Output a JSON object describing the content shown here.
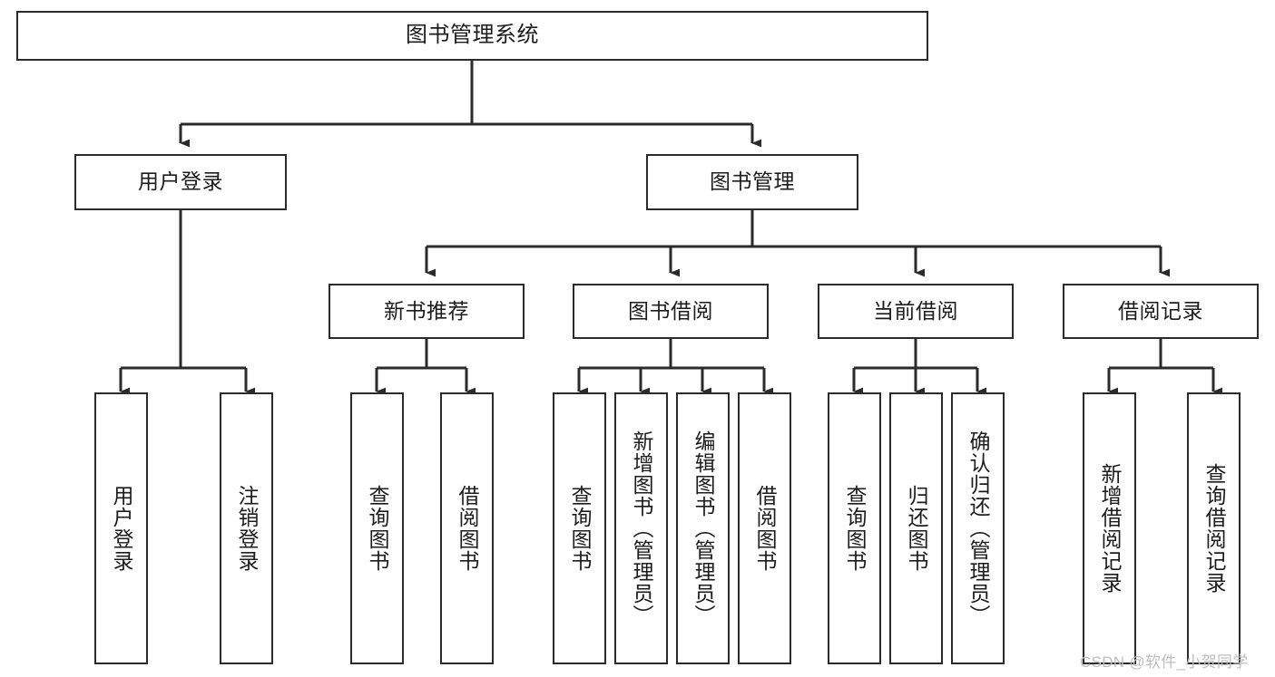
{
  "diagram": {
    "title": "图书管理系统",
    "type": "hierarchy-tree",
    "watermark": "CSDN @软件_小贺同学",
    "colors": {
      "stroke": "#2b2b2b",
      "fill": "#ffffff",
      "text": "#1c1c1c",
      "watermark": "#bdbdbd"
    },
    "levels": [
      {
        "level": 1,
        "nodes": [
          {
            "id": "root",
            "label": "图书管理系统",
            "orientation": "horizontal"
          }
        ]
      },
      {
        "level": 2,
        "nodes": [
          {
            "id": "user-login",
            "label": "用户登录",
            "orientation": "horizontal",
            "parent": "root"
          },
          {
            "id": "book-manage",
            "label": "图书管理",
            "orientation": "horizontal",
            "parent": "root"
          }
        ]
      },
      {
        "level": 3,
        "nodes": [
          {
            "id": "new-book-rec",
            "label": "新书推荐",
            "orientation": "horizontal",
            "parent": "book-manage"
          },
          {
            "id": "book-borrow",
            "label": "图书借阅",
            "orientation": "horizontal",
            "parent": "book-manage"
          },
          {
            "id": "current-borrow",
            "label": "当前借阅",
            "orientation": "horizontal",
            "parent": "book-manage"
          },
          {
            "id": "borrow-record",
            "label": "借阅记录",
            "orientation": "horizontal",
            "parent": "book-manage"
          }
        ]
      },
      {
        "level": 4,
        "nodes": [
          {
            "id": "leaf-user-login",
            "label": "用户登录",
            "orientation": "vertical",
            "parent": "user-login"
          },
          {
            "id": "leaf-logout-login",
            "label": "注销登录",
            "orientation": "vertical",
            "parent": "user-login"
          },
          {
            "id": "leaf-query-book-1",
            "label": "查询图书",
            "orientation": "vertical",
            "parent": "new-book-rec"
          },
          {
            "id": "leaf-borrow-book-1",
            "label": "借阅图书",
            "orientation": "vertical",
            "parent": "new-book-rec"
          },
          {
            "id": "leaf-query-book-2",
            "label": "查询图书",
            "orientation": "vertical",
            "parent": "book-borrow"
          },
          {
            "id": "leaf-add-book",
            "label": "新增图书（管理员）",
            "orientation": "vertical",
            "parent": "book-borrow"
          },
          {
            "id": "leaf-edit-book",
            "label": "编辑图书（管理员）",
            "orientation": "vertical",
            "parent": "book-borrow"
          },
          {
            "id": "leaf-borrow-book-2",
            "label": "借阅图书",
            "orientation": "vertical",
            "parent": "book-borrow"
          },
          {
            "id": "leaf-query-book-3",
            "label": "查询图书",
            "orientation": "vertical",
            "parent": "current-borrow"
          },
          {
            "id": "leaf-return-book",
            "label": "归还图书",
            "orientation": "vertical",
            "parent": "current-borrow"
          },
          {
            "id": "leaf-confirm-return",
            "label": "确认归还（管理员）",
            "orientation": "vertical",
            "parent": "current-borrow"
          },
          {
            "id": "leaf-add-record",
            "label": "新增借阅记录",
            "orientation": "vertical",
            "parent": "borrow-record"
          },
          {
            "id": "leaf-query-record",
            "label": "查询借阅记录",
            "orientation": "vertical",
            "parent": "borrow-record"
          }
        ]
      }
    ]
  }
}
